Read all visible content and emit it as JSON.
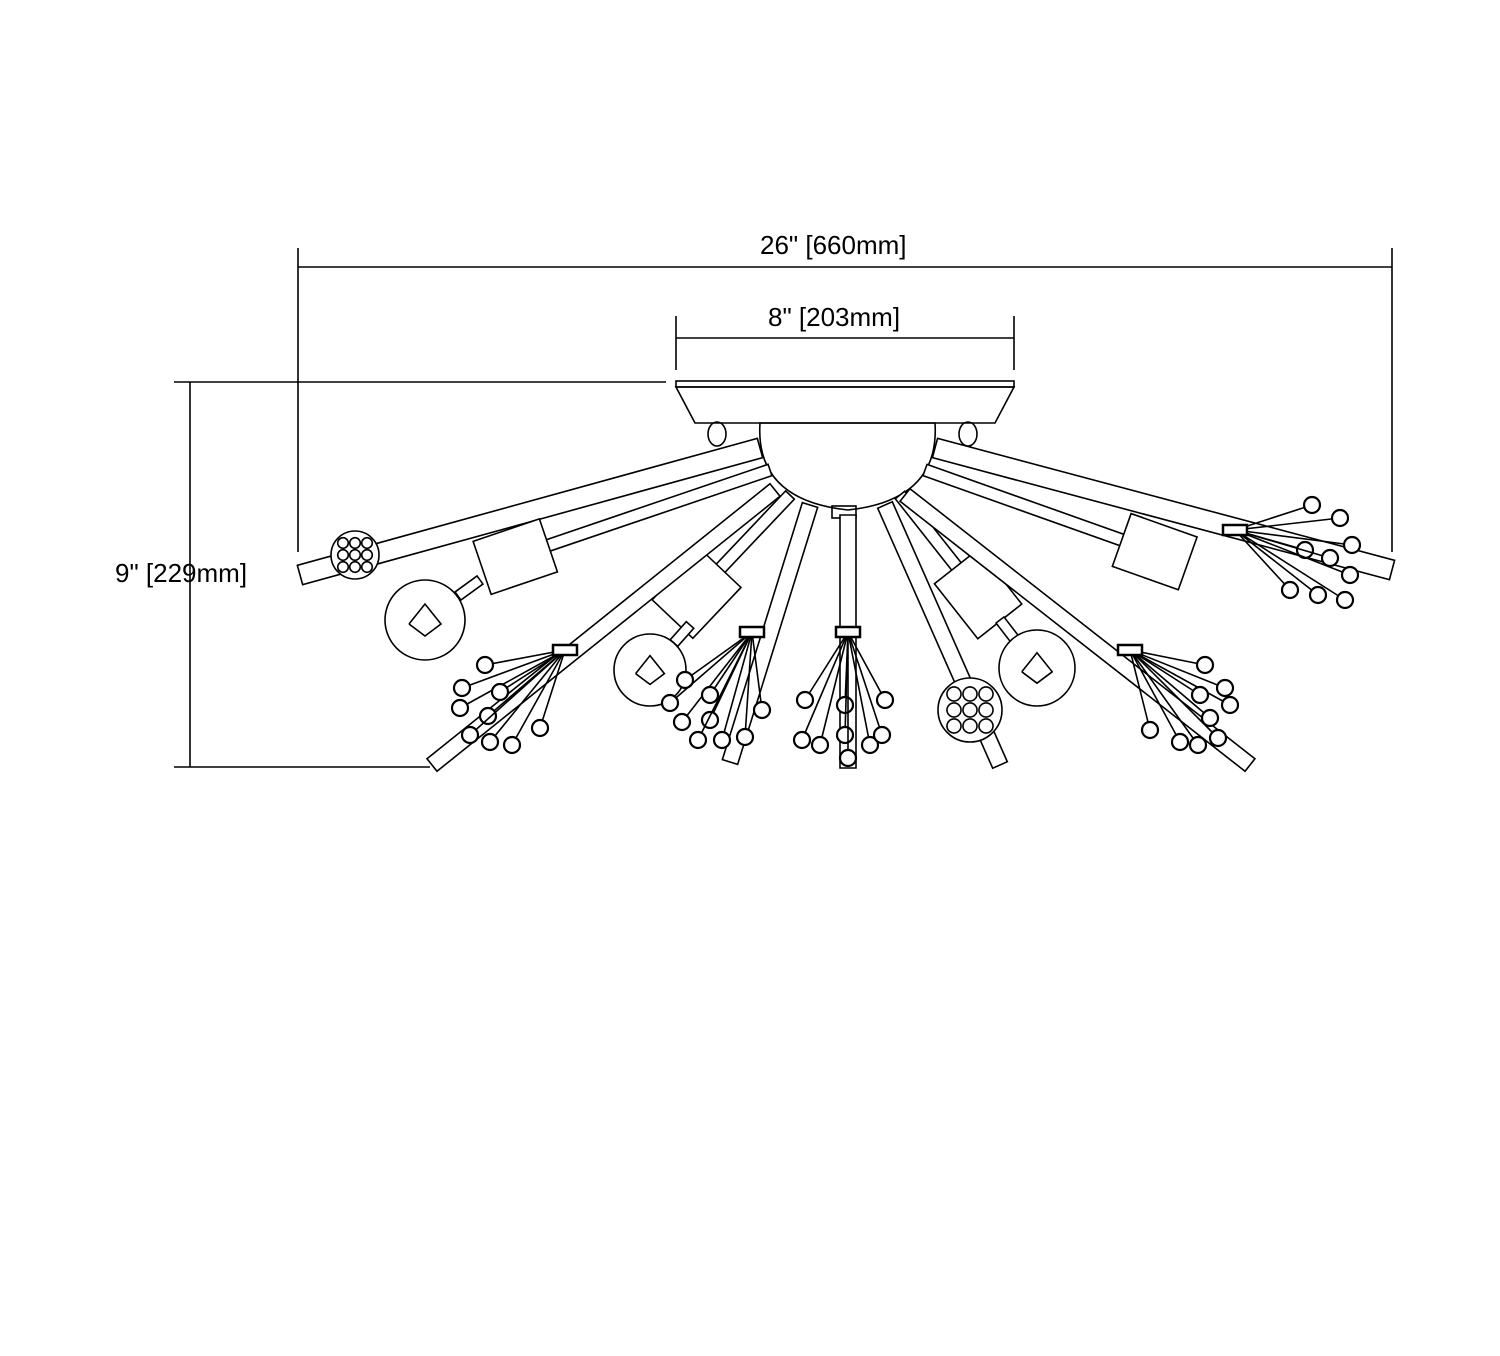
{
  "dimensions": {
    "overall_width": "26\" [660mm]",
    "canopy_width": "8\" [203mm]",
    "overall_height": "9\" [229mm]"
  },
  "colors": {
    "line": "#000000",
    "background": "#ffffff"
  }
}
